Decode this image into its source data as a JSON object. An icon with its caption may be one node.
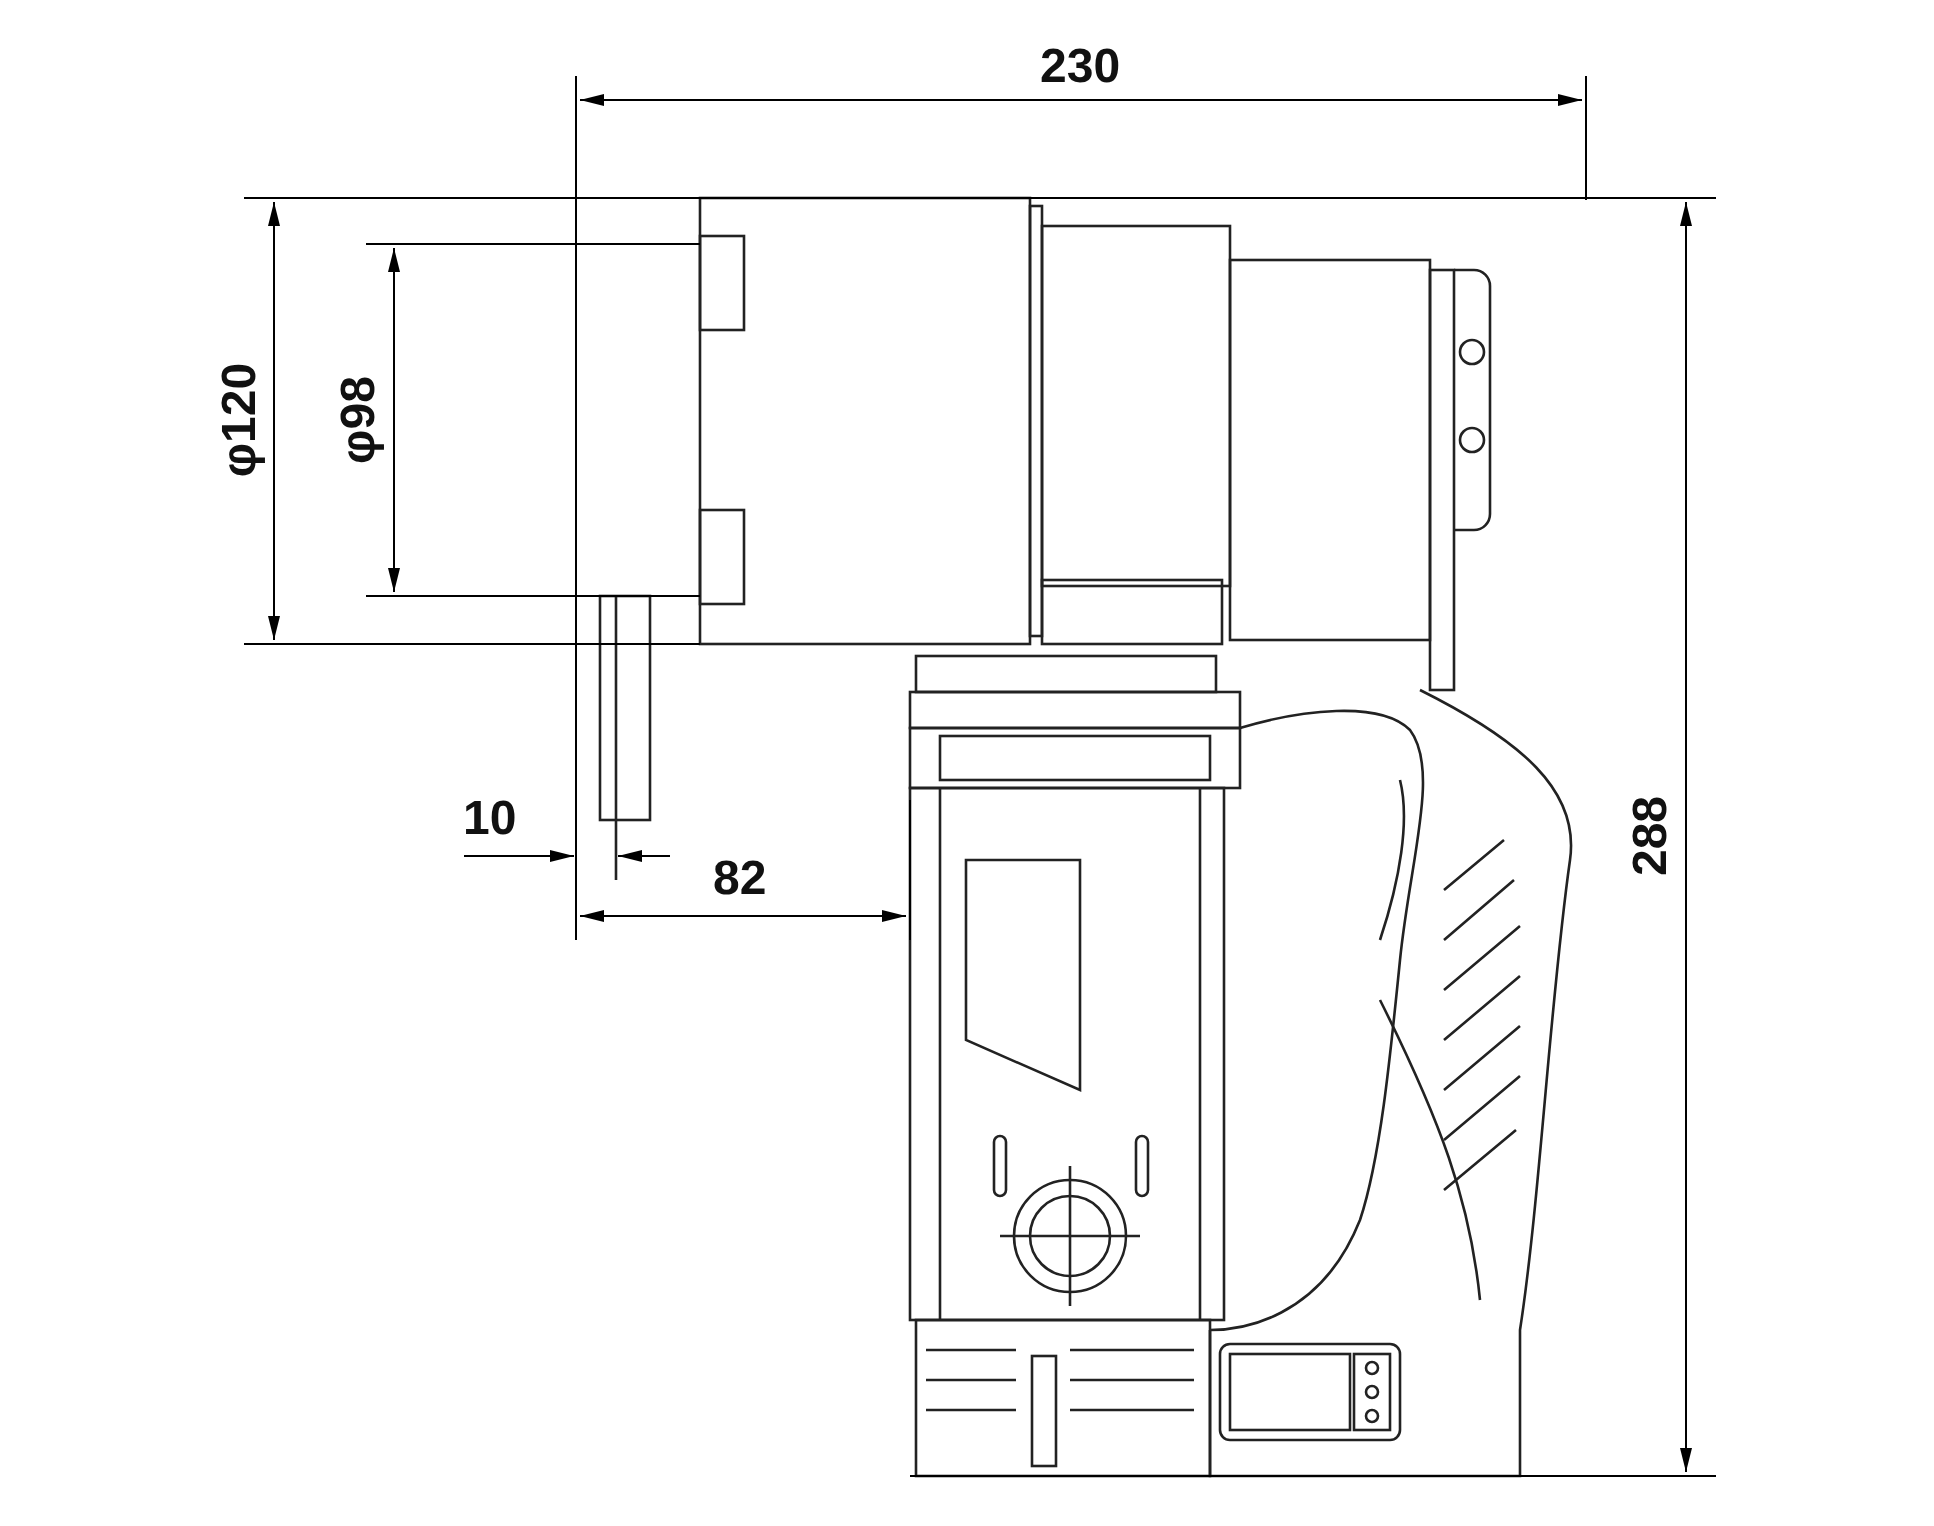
{
  "diagram": {
    "labels": [
      "230",
      "φ120",
      "φ98",
      "10",
      "82",
      "288"
    ]
  }
}
